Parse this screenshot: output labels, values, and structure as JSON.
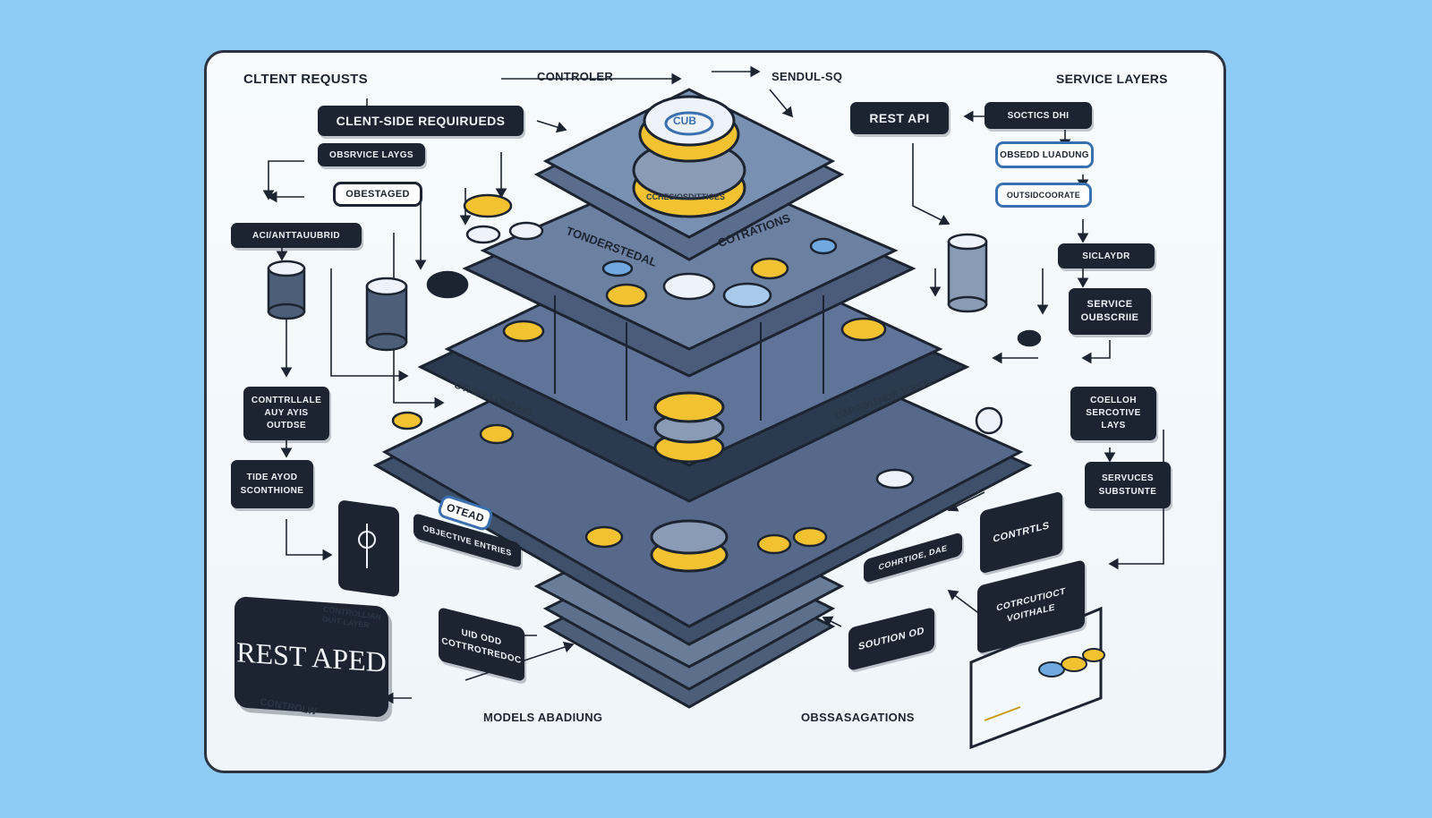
{
  "headers": {
    "client_requests": "CLTENT REQUSTS",
    "controller": "CONTROLER",
    "sendul": "SENDUL-SQ",
    "service_layers": "SERVICE LAYERS"
  },
  "left_boxes": {
    "client_side": "CLENT-SIDE REQUIRUEDS",
    "service_layer": "OBSRVICE LAYGS",
    "obestagd": "OBESTAGED",
    "aci": "ACI/ANTTAUUBRID",
    "controllable": "CONTTRLLALE\nAUY AYIS\nOUTDSE",
    "tide": "TIDE AYOD\nSCONTHIONE"
  },
  "right_boxes": {
    "rest_api": "REST API",
    "scotics": "SOCTICS DHI",
    "obsed": "OBSEDD LUADUNG",
    "outbound": "OUTSIDCOORATE",
    "sicyadr": "SICLAYDR",
    "service_sub": "SERVICE\nOUBSCRIIE",
    "coelloh": "COELLOH\nSERCOTIVE\nLAYS",
    "services": "SERVUCES\nSUBSTUNTE",
    "controls": "CONTRTLS",
    "compute": "COTRCUTIOCT\nVOITHALE"
  },
  "center_labels": {
    "top_disc": "CUB",
    "arc_left": "TONDERSTEDAL",
    "arc_right": "COTRATIONS",
    "ring": "CCHESIOSDITTICES",
    "mid_left": "OTHER LONGAIO",
    "mid_right": "DARAWITHDE TOHDL",
    "badge_oyead": "OTEAD",
    "lower_left": "OBJECTIVE ENTRIES",
    "lower_right": "COHRTIOE, DAE",
    "sub_left": "UID ODD\nCOTTROTREDOC",
    "sub_right": "SOUTION OD"
  },
  "bottom": {
    "big_label": "REST APED",
    "control": "CONTROLW",
    "models": "MODELS ABADIUNG",
    "observations": "OBSSASAGATIONS",
    "small_note": "CONTROLLIAN\nOUIT LAYER"
  },
  "colors": {
    "background": "#8ecbf5",
    "dark": "#1b2430",
    "slate": "#4d5f78",
    "yellow": "#f2c230",
    "accent_blue": "#6fa9e0"
  },
  "icons": [
    "database-icon",
    "server-stack-icon",
    "gear-icon",
    "antenna-icon",
    "chart-panel-icon",
    "logo-icon"
  ]
}
